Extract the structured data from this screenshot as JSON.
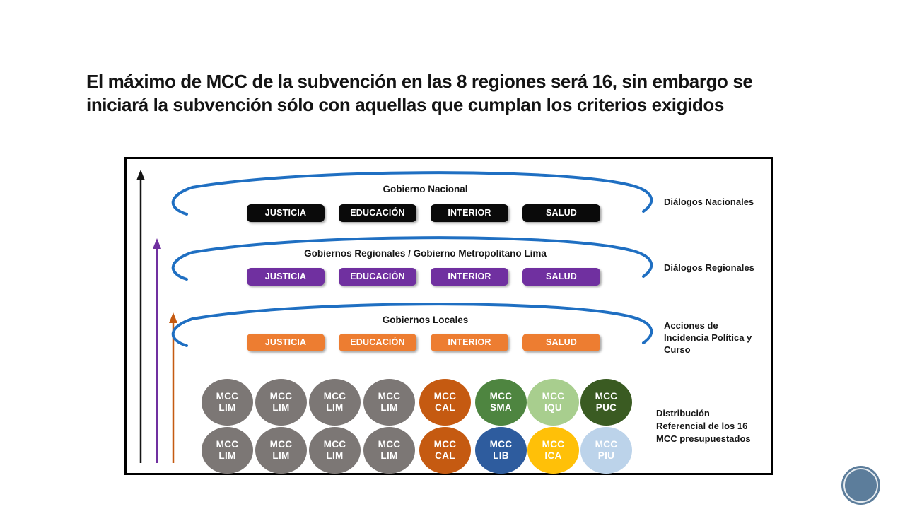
{
  "slide": {
    "title": "El máximo de MCC de la subvención en las 8 regiones será 16, sin embargo se\niniciará la subvención sólo con aquellas que cumplan los criterios exigidos"
  },
  "colors": {
    "arc_blue": "#1F6FC2",
    "arrow_black": "#141414",
    "arrow_purple": "#7030A0",
    "arrow_orange": "#C55A11",
    "deco_circle": "#5C7D9B"
  },
  "diagram": {
    "levels": [
      {
        "title": "Gobierno Nacional",
        "box_color": "#0A0A0A",
        "boxes": [
          "JUSTICIA",
          "EDUCACIÓN",
          "INTERIOR",
          "SALUD"
        ],
        "side_label": "Diálogos Nacionales"
      },
      {
        "title": "Gobiernos Regionales  / Gobierno Metropolitano Lima",
        "box_color": "#7030A0",
        "boxes": [
          "JUSTICIA",
          "EDUCACIÓN",
          "INTERIOR",
          "SALUD"
        ],
        "side_label": "Diálogos Regionales"
      },
      {
        "title": "Gobiernos Locales",
        "box_color": "#ED7D31",
        "boxes": [
          "JUSTICIA",
          "EDUCACIÓN",
          "INTERIOR",
          "SALUD"
        ],
        "side_label": "Acciones de\nIncidencia Política  y\nCurso"
      }
    ],
    "circles": {
      "row1": [
        {
          "label": "MCC",
          "code": "LIM",
          "color": "#7C7775"
        },
        {
          "label": "MCC",
          "code": "LIM",
          "color": "#7C7775"
        },
        {
          "label": "MCC",
          "code": "LIM",
          "color": "#7C7775"
        },
        {
          "label": "MCC",
          "code": "LIM",
          "color": "#7C7775"
        },
        {
          "label": "MCC",
          "code": "CAL",
          "color": "#C55A11"
        },
        {
          "label": "MCC",
          "code": "SMA",
          "color": "#4E8540"
        },
        {
          "label": "MCC",
          "code": "IQU",
          "color": "#A8CE8E"
        },
        {
          "label": "MCC",
          "code": "PUC",
          "color": "#3A5B22"
        }
      ],
      "row2": [
        {
          "label": "MCC",
          "code": "LIM",
          "color": "#7C7775"
        },
        {
          "label": "MCC",
          "code": "LIM",
          "color": "#7C7775"
        },
        {
          "label": "MCC",
          "code": "LIM",
          "color": "#7C7775"
        },
        {
          "label": "MCC",
          "code": "LIM",
          "color": "#7C7775"
        },
        {
          "label": "MCC",
          "code": "CAL",
          "color": "#C55A11"
        },
        {
          "label": "MCC",
          "code": "LIB",
          "color": "#2E5C9E"
        },
        {
          "label": "MCC",
          "code": "ICA",
          "color": "#FFC008"
        },
        {
          "label": "MCC",
          "code": "PIU",
          "color": "#BCD3EA"
        }
      ]
    },
    "distribution_label": "Distribución\nReferencial de los 16\nMCC presupuestados"
  }
}
